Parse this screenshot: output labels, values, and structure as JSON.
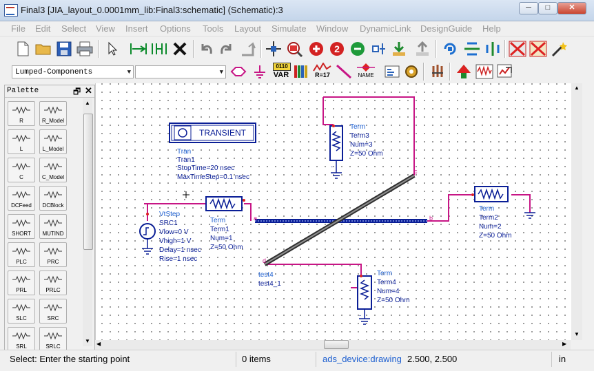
{
  "window": {
    "title": "Final3 [JIA_layout_0.0001mm_lib:Final3:schematic] (Schematic):3",
    "minimize": "─",
    "maximize": "□",
    "close": "✕"
  },
  "menu": [
    "File",
    "Edit",
    "Select",
    "View",
    "Insert",
    "Options",
    "Tools",
    "Layout",
    "Simulate",
    "Window",
    "DynamicLink",
    "DesignGuide",
    "Help"
  ],
  "toolbar2": {
    "component_library": "Lumped-Components",
    "component_name": "",
    "var_label": "VAR",
    "var_bits": "0110",
    "r17_label": "R=17",
    "name_label": "NAME"
  },
  "palette": {
    "title": "Palette",
    "items": [
      "R",
      "R_Model",
      "L",
      "L_Model",
      "C",
      "C_Model",
      "DCFeed",
      "DCBlock",
      "SHORT",
      "MUTIND",
      "PLC",
      "PRC",
      "PRL",
      "PRLC",
      "SLC",
      "SRC",
      "SRL",
      "SRLC"
    ]
  },
  "schematic": {
    "tran": {
      "title": "TRANSIENT",
      "lines": [
        "Tran",
        "Tran1",
        "StopTime=20 nsec",
        "MaxTimeStep=0.1 nsec"
      ]
    },
    "term3": [
      "Term",
      "Term3",
      "Num=3",
      "Z=50 Ohm"
    ],
    "term1": [
      "Term",
      "Term1",
      "Num=1",
      "Z=50 Ohm"
    ],
    "term2": [
      "Term",
      "Term2",
      "Num=2",
      "Z=50 Ohm"
    ],
    "term4": [
      "Term",
      "Term4",
      "Num=4",
      "Z=50 Ohm"
    ],
    "src": [
      "VtStep",
      "SRC1",
      "Vlow=0 V",
      "Vhigh=1 V",
      "Delay=1 nsec",
      "Rise=1 nsec"
    ],
    "test4": [
      "test4",
      "test4_1"
    ],
    "pins": {
      "a": "a",
      "b": "b",
      "c": "c",
      "d": "d"
    },
    "colors": {
      "wire": "#c71585",
      "component": "#0a1e96",
      "text": "#1d5fd0",
      "coupler": "#303030"
    }
  },
  "status": {
    "prompt": "Select: Enter the starting point",
    "items": "0 items",
    "context": "ads_device:drawing",
    "coords": "2.500, 2.500",
    "units": "in"
  }
}
